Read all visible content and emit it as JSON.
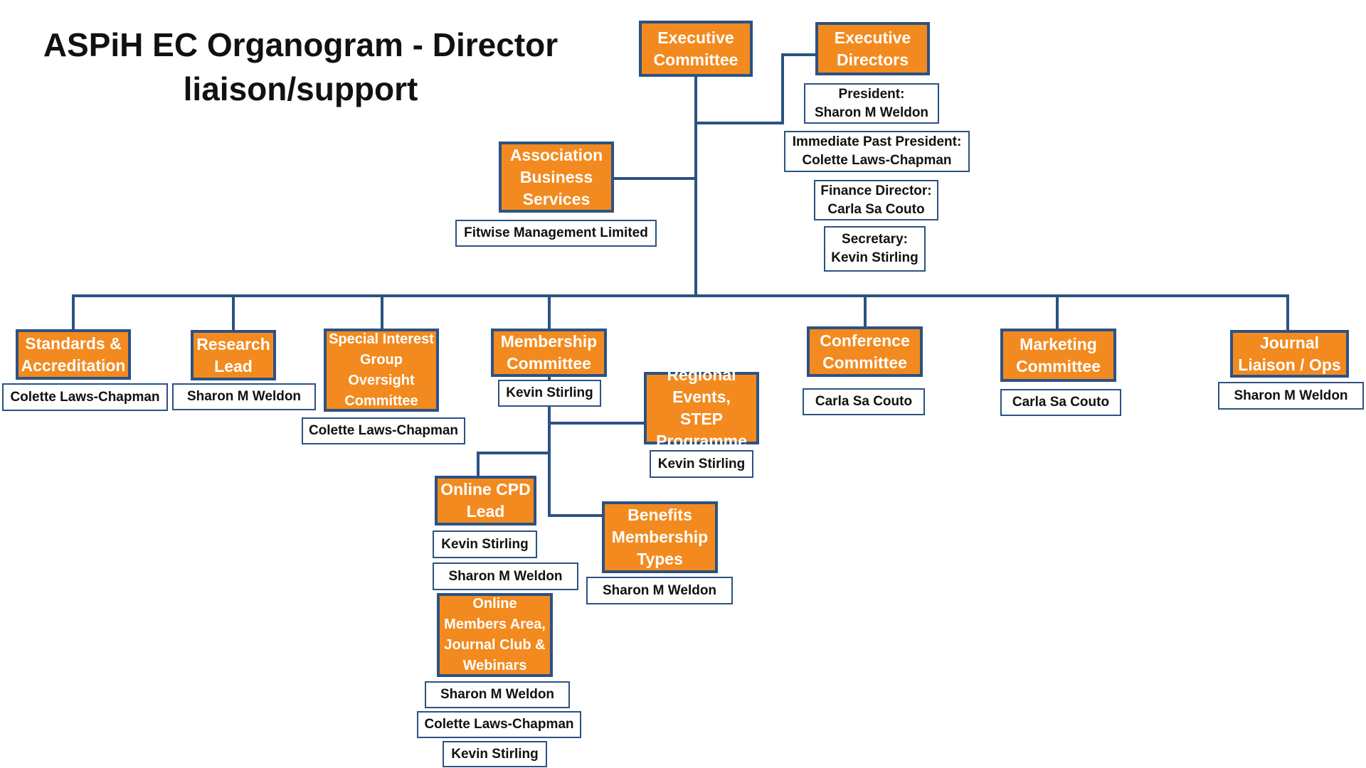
{
  "title": "ASPiH EC Organogram - Director liaison/support",
  "colors": {
    "box_fill": "#f28a1f",
    "line": "#2b5283",
    "box_text": "#ffffff",
    "name_text": "#111111"
  },
  "executive_committee": {
    "label": "Executive Committee"
  },
  "executive_directors": {
    "label": "Executive Directors",
    "roles": [
      {
        "role": "President:",
        "name": "Sharon M Weldon"
      },
      {
        "role": "Immediate Past President:",
        "name": "Colette Laws-Chapman"
      },
      {
        "role": "Finance Director:",
        "name": "Carla Sa Couto"
      },
      {
        "role": "Secretary:",
        "name": "Kevin Stirling"
      }
    ]
  },
  "association_business_services": {
    "label": "Association Business Services",
    "provider": "Fitwise Management Limited"
  },
  "committees": [
    {
      "label": "Standards & Accreditation",
      "liaisons": [
        "Colette Laws-Chapman"
      ]
    },
    {
      "label": "Research Lead",
      "liaisons": [
        "Sharon M Weldon"
      ]
    },
    {
      "label": "Special Interest Group Oversight Committee",
      "liaisons": [
        "Colette Laws-Chapman"
      ]
    },
    {
      "label": "Membership Committee",
      "liaisons": [
        "Kevin Stirling"
      ]
    },
    {
      "label": "Conference Committee",
      "liaisons": [
        "Carla Sa Couto"
      ]
    },
    {
      "label": "Marketing Committee",
      "liaisons": [
        "Carla Sa Couto"
      ]
    },
    {
      "label": "Journal Liaison / Ops",
      "liaisons": [
        "Sharon M Weldon"
      ]
    }
  ],
  "membership_subgroups": [
    {
      "label": "Regional Events, STEP Programme",
      "liaisons": [
        "Kevin Stirling"
      ]
    },
    {
      "label": "Online CPD Lead",
      "liaisons": [
        "Kevin Stirling",
        "Sharon M Weldon"
      ]
    },
    {
      "label": "Benefits Membership Types",
      "liaisons": [
        "Sharon M Weldon"
      ]
    },
    {
      "label": "Online Members Area, Journal Club & Webinars",
      "liaisons": [
        "Sharon M Weldon",
        "Colette Laws-Chapman",
        "Kevin Stirling"
      ]
    }
  ]
}
